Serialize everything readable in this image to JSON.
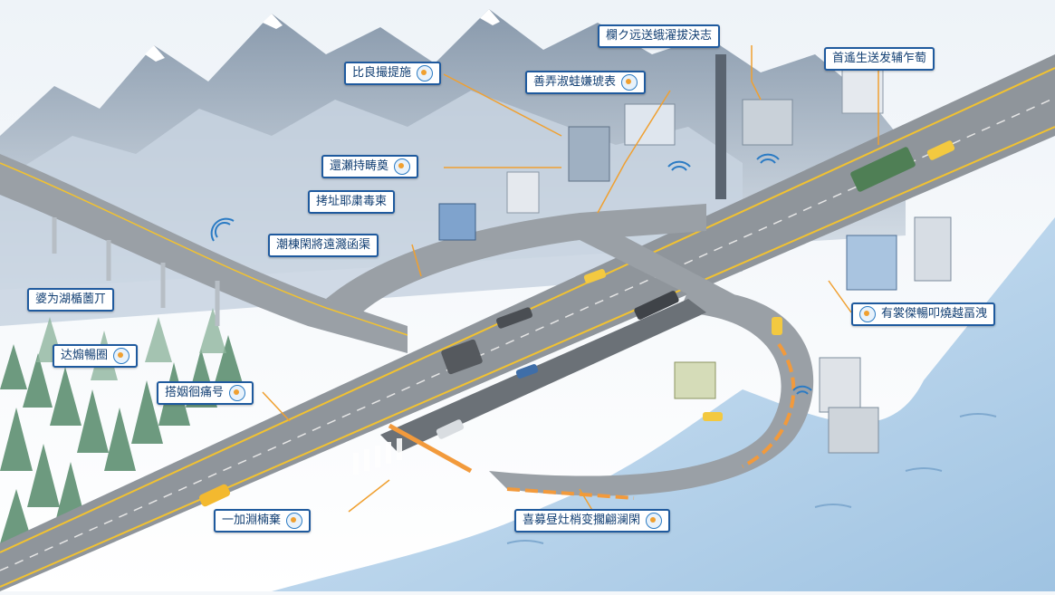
{
  "labels": [
    {
      "id": "l1",
      "text": "比良撮提施"
    },
    {
      "id": "l2",
      "text": "欄ク远送蛾濯拔決志"
    },
    {
      "id": "l3",
      "text": "首遙生送发辅乍萄"
    },
    {
      "id": "l4",
      "text": "善弄淑蛙嫌琥表"
    },
    {
      "id": "l5",
      "text": "還瀬持畴奠"
    },
    {
      "id": "l6",
      "text": "拷址耶粛毒柬"
    },
    {
      "id": "l7",
      "text": "潮棟閑將遠濺函渠"
    },
    {
      "id": "l8",
      "text": "婆为湖楯薗丌"
    },
    {
      "id": "l9",
      "text": "达煽暢圈"
    },
    {
      "id": "l10",
      "text": "搭姻徊痛号"
    },
    {
      "id": "l11",
      "text": "有裳傑暢叩燒越畐洩"
    },
    {
      "id": "l12",
      "text": "一加淵楠棄"
    },
    {
      "id": "l13",
      "text": "喜募昼灶梢变擱翩澜閑"
    }
  ],
  "colors": {
    "label_border": "#1f5a9e",
    "label_text": "#123f73",
    "road": "#8f959b",
    "road_edge": "#f2c230",
    "water": "#bcd6ec",
    "mountain": "#a8b8c8",
    "forest": "#6d9a7f",
    "route_highlight": "#f29a3c"
  }
}
